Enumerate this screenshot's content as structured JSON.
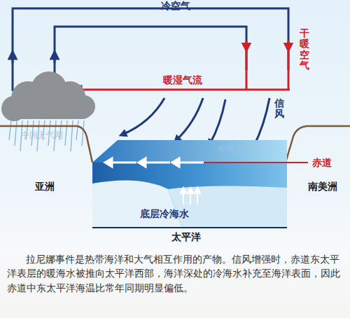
{
  "diagram": {
    "caption": "拉尼娜事件是热带海洋和大气相互作用的产物。信风增强时，赤道东太平洋表层的暖海水被推向太平洋西部，海洋深处的冷海水补充至海洋表面，因此赤道中东太平洋海温比常年同期明显偏低。",
    "labels": [
      "冷空气",
      "干暖空气",
      "暖湿气流",
      "信风",
      "赤道",
      "亚洲",
      "南美洲",
      "底层冷海水",
      "太平洋",
      "中国天气网",
      "中国天气网"
    ]
  }
}
